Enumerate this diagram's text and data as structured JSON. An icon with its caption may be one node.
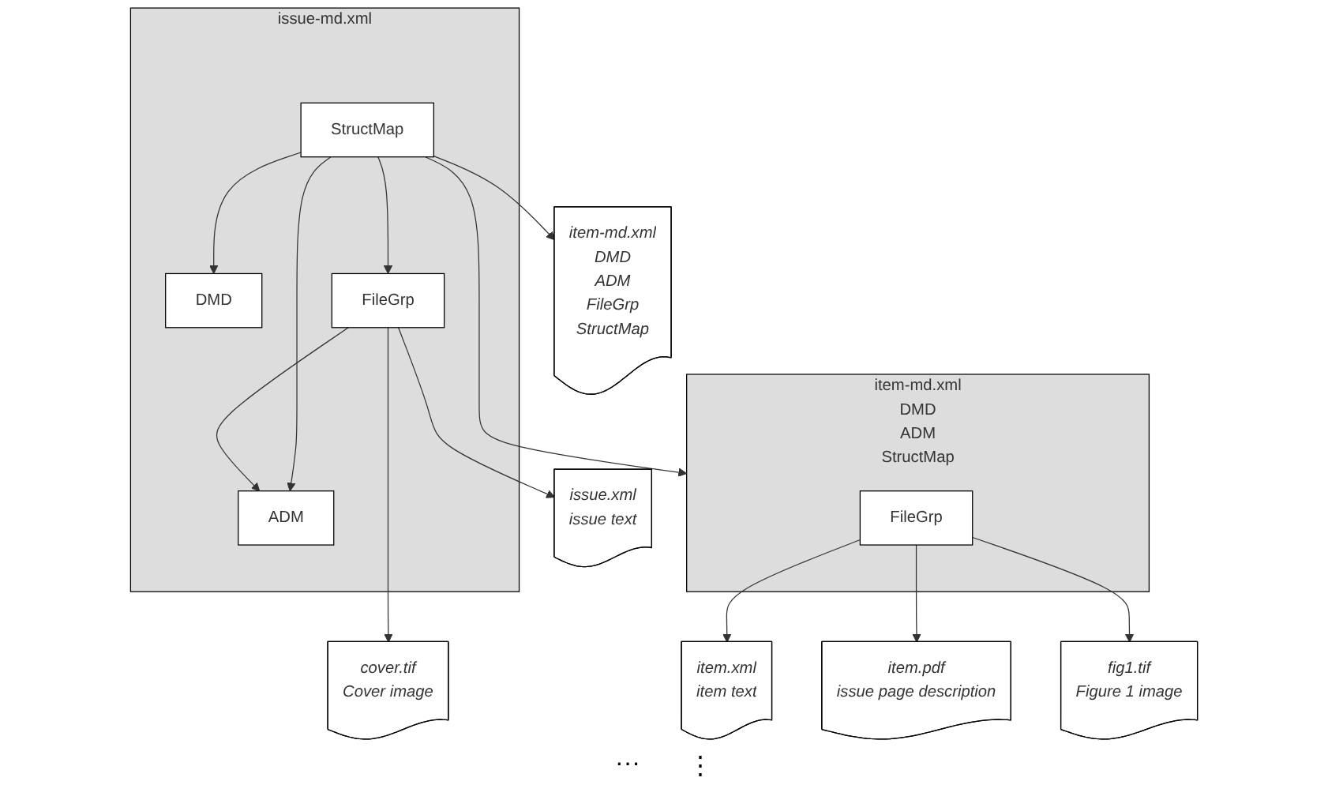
{
  "diagram": {
    "nodes": [
      {
        "text": [
          "issue-md.xml"
        ]
      },
      {
        "text": [
          "DMD"
        ],
        "in": 0
      },
      {
        "text": [
          "ADM"
        ],
        "in": 0
      },
      {
        "text": [
          "FileGrp"
        ],
        "in": 0
      },
      {
        "text": [
          "StructMap"
        ],
        "in": 0
      },
      {
        "text": [
          "issue.xml",
          "issue text"
        ]
      },
      {
        "text": [
          "cover.tif",
          "Cover image"
        ]
      },
      {
        "text": [
          "item.xml",
          "item text"
        ]
      },
      {
        "text": [
          "item.pdf",
          "issue page description"
        ]
      },
      {
        "text": [
          "item-md.xml",
          "DMD",
          "ADM",
          "FileGrp",
          "StructMap"
        ]
      },
      {
        "text": [
          "item-md.xml",
          "DMD",
          "ADM",
          "StructMap"
        ]
      },
      {
        "text": [
          "FileGrp"
        ],
        "in": 10
      },
      {
        "text": [
          "fig1.tif",
          "Figure 1 image"
        ]
      }
    ],
    "edges": [
      {
        "from": 3,
        "to": 2,
        "arrow": "to"
      },
      {
        "from": 3,
        "to": 5,
        "arrow": "to"
      },
      {
        "from": 3,
        "to": 6,
        "arrow": "to"
      },
      {
        "from": 4,
        "to": 3,
        "arrow": "to"
      },
      {
        "from": 4,
        "to": 2,
        "arrow": "to"
      },
      {
        "from": 4,
        "to": 1,
        "arrow": "to"
      },
      {
        "from": 4,
        "to": 9,
        "arrow": "to"
      },
      {
        "from": 4,
        "to": 10,
        "arrow": "to"
      },
      {
        "from": 11,
        "to": 7,
        "arrow": "to"
      },
      {
        "from": 11,
        "to": 8,
        "arrow": "to"
      },
      {
        "from": 11,
        "to": 12,
        "arrow": "to"
      }
    ],
    "labels": [
      "···",
      "⋮"
    ]
  }
}
